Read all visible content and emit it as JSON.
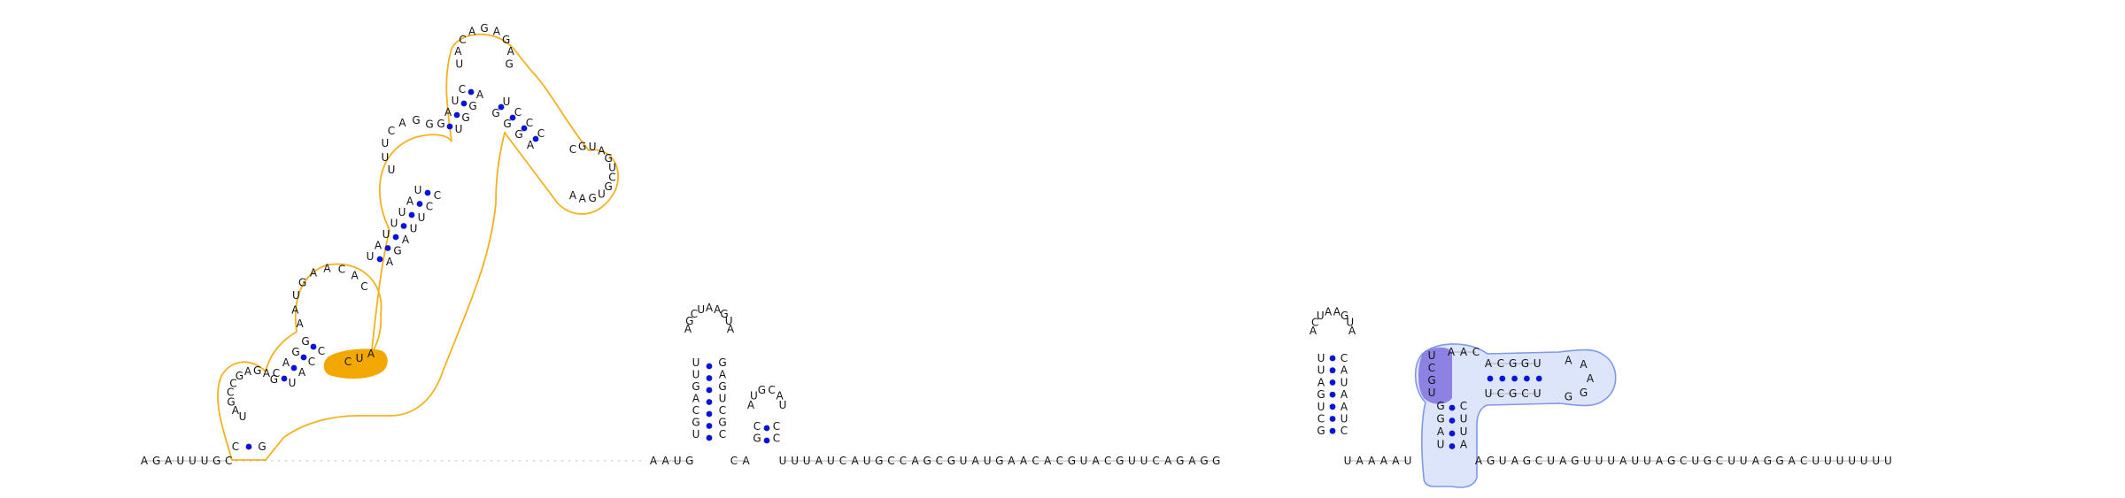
{
  "diagram": {
    "colors": {
      "nucleotide_text": "#111111",
      "base_pair_dot": "#0a14d8",
      "highlight_yellow_outline": "#f2b21e",
      "highlight_yellow_fill": "#f2a800",
      "highlight_blue_outline": "#7f98e8",
      "highlight_blue_fill": "#dde5fb",
      "highlight_purple_fill": "#8d82e3"
    },
    "regions": {
      "left_tail": "AGAUUUGC",
      "dotted_linker": "",
      "mid_linker_1": "AAUG",
      "mid_linker_2": "CA",
      "long_linker": "UUUAUCAUGCCAGCGUAUGAACACGUACGUUCAGAGG",
      "linker_3": "UAAAAU",
      "right_tail": "AGUAGCUAGUUUAUUAGCUGCUUAGGACUUUUUUU"
    },
    "hairpins": [
      {
        "stem_left": "UGCAGUU",
        "loop": "AGCUAAGUA",
        "stem_right": "GAGUCGC"
      },
      {
        "stem_left": "CG",
        "loop": "AUGCAU",
        "stem_right": "CC"
      },
      {
        "stem_left": "UUAGUCG",
        "loop": "ACUAAGUA",
        "stem_right": "CAUAAUC"
      }
    ],
    "highlighted_domain": {
      "highlight_text": "CUA"
    },
    "blue_domain": {
      "helix_top": "ACGGU",
      "loop": "AAAGG",
      "helix_bottom": "UCGCU",
      "left_stem": "GGAU",
      "right_stem": "CUUA",
      "purple": "UCGU",
      "small": "AAC"
    }
  }
}
